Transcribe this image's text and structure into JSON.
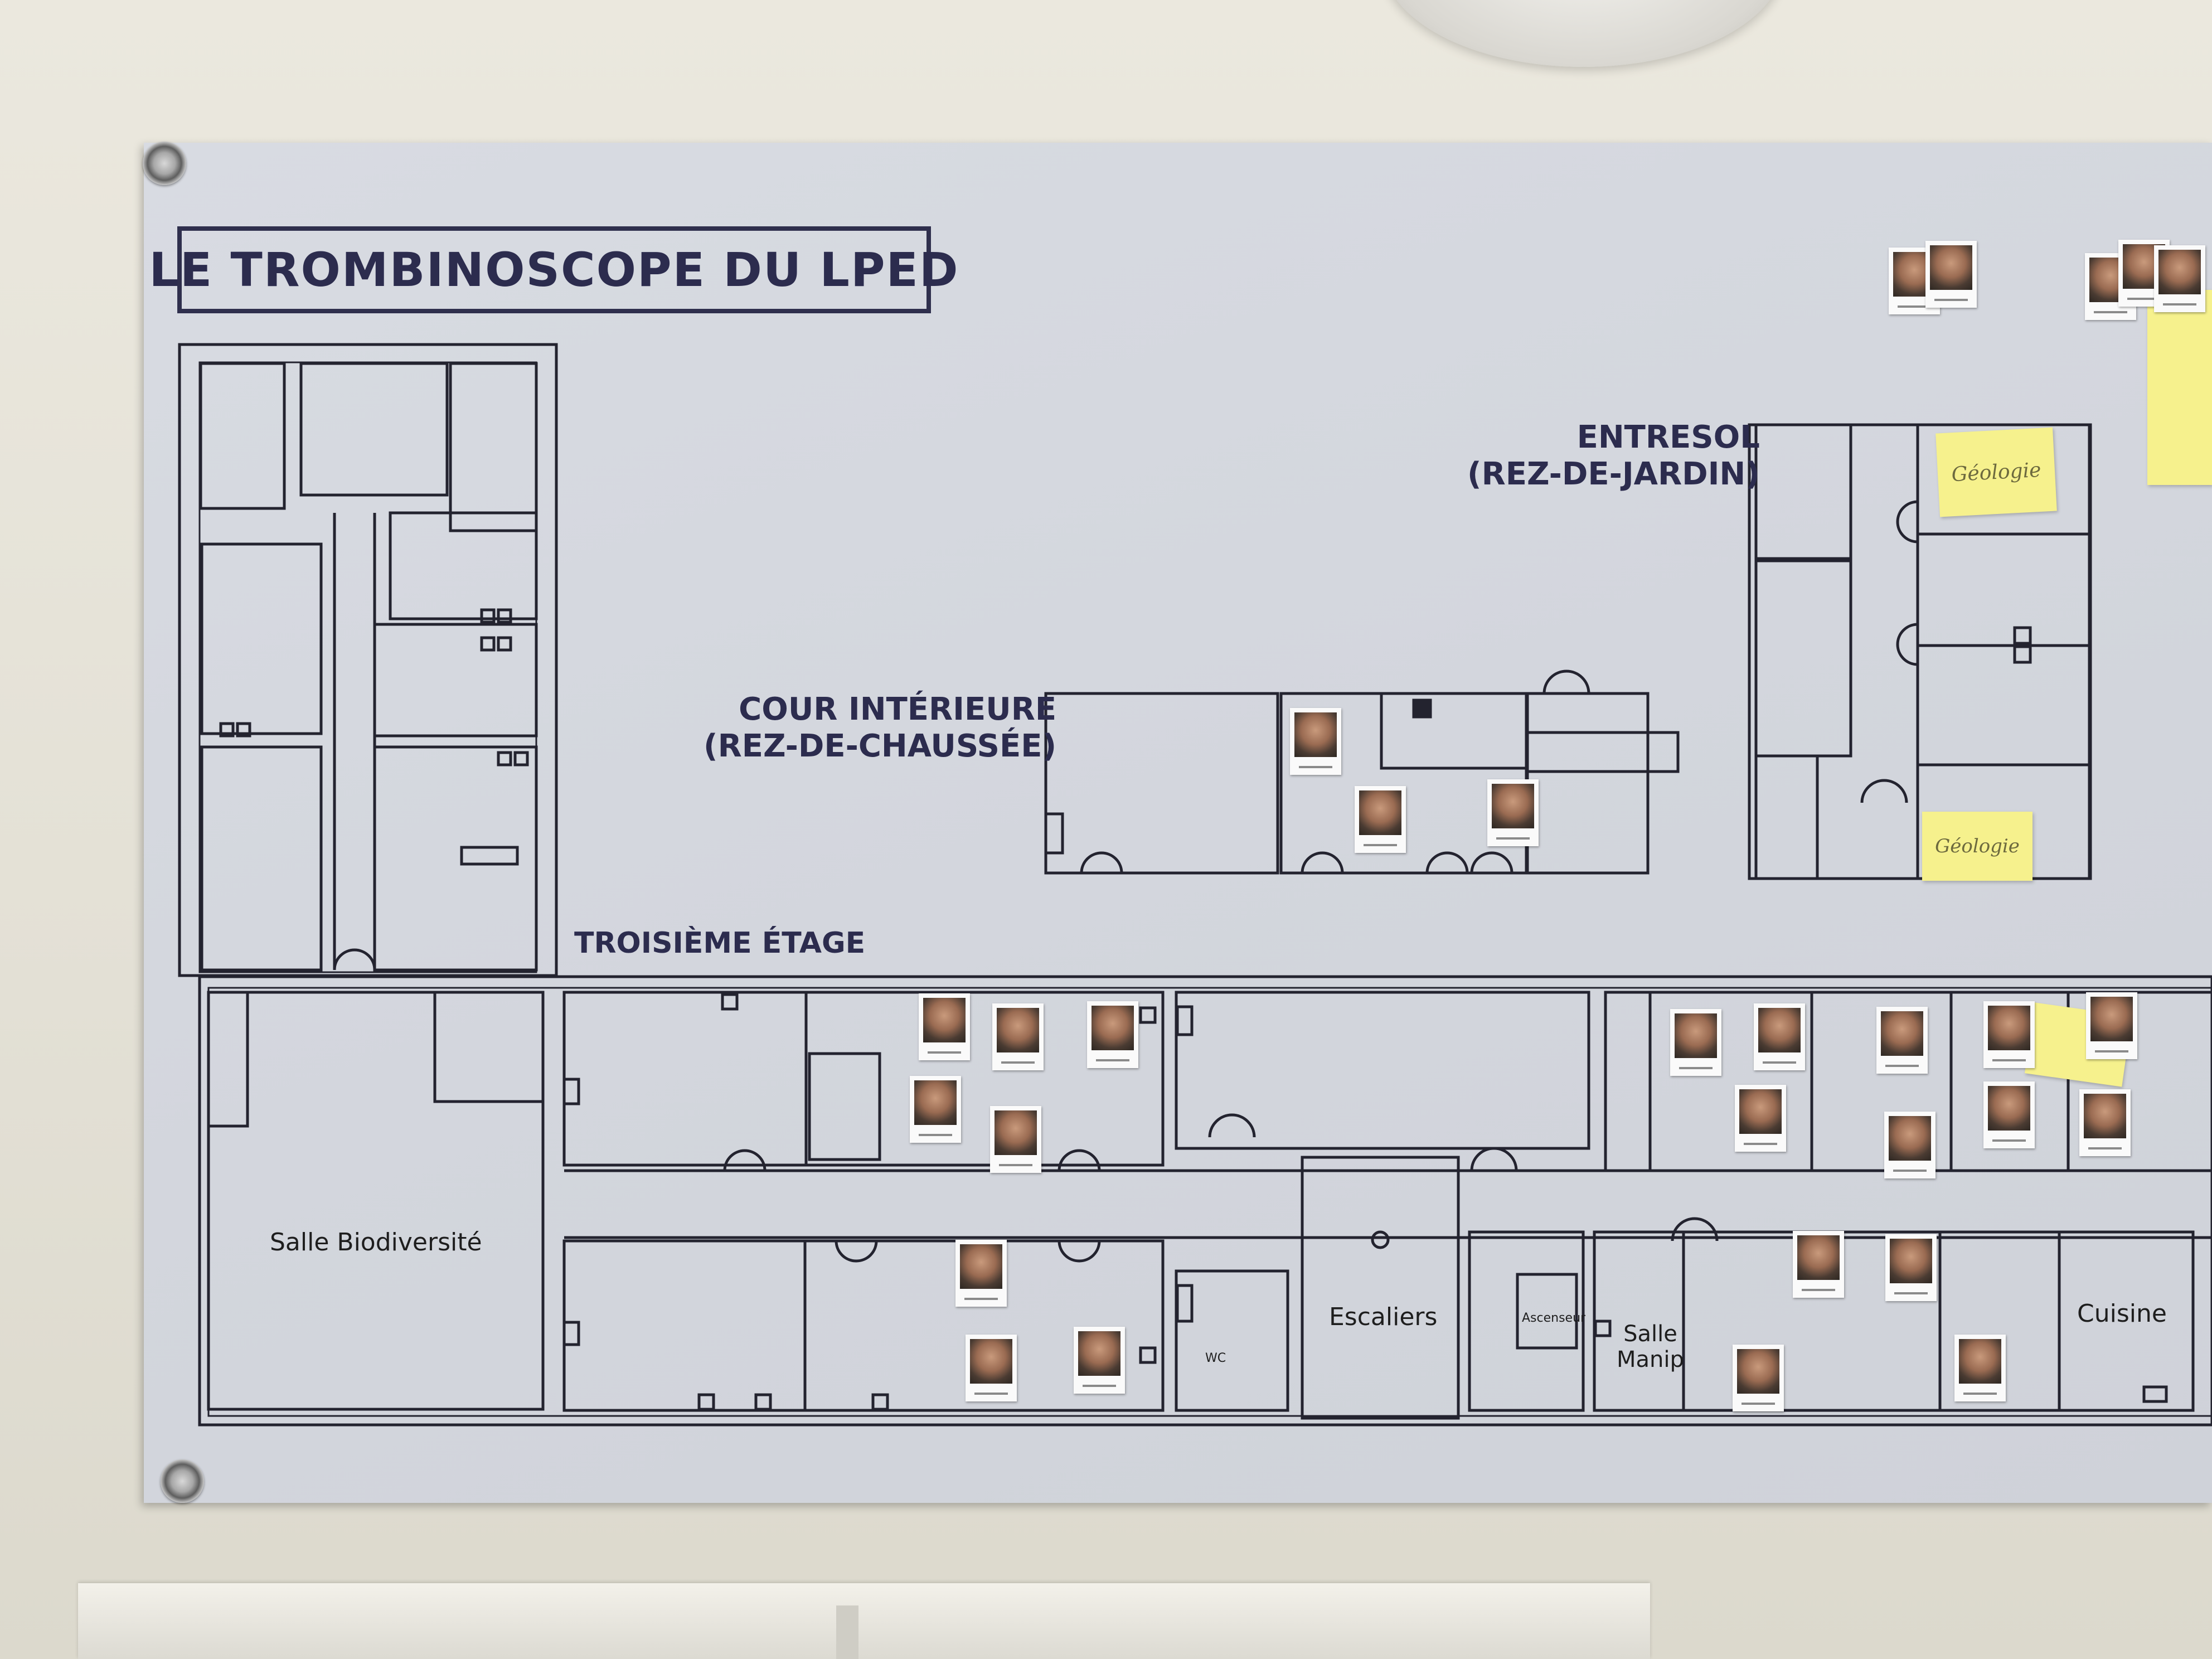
{
  "poster": {
    "title": "LE TROMBINOSCOPE DU LPED",
    "sections": {
      "entresol_line1": "ENTRESOL",
      "entresol_line2": "(REZ-DE-JARDIN)",
      "cour_line1": "COUR INTÉRIEURE",
      "cour_line2": "(REZ-DE-CHAUSSÉE)",
      "troisieme": "TROISIÈME ÉTAGE"
    },
    "rooms": {
      "biodiversite": "Salle Biodiversité",
      "escaliers": "Escaliers",
      "ascenseur": "Ascenseur",
      "wc": "WC",
      "salle_manip_line1": "Salle",
      "salle_manip_line2": "Manip",
      "cuisine": "Cuisine"
    },
    "sticky_notes": [
      {
        "text": "Géologie"
      },
      {
        "text": "Géologie"
      }
    ]
  },
  "colors": {
    "poster_bg": "#d3d6dd",
    "plan_lines": "#23232f",
    "title_ink": "#2c2c4e",
    "sticky": "#f6f18d"
  }
}
